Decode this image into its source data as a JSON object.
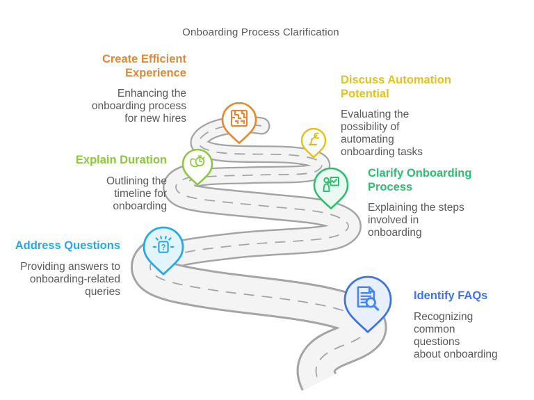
{
  "title": "Onboarding Process Clarification",
  "road": {
    "surface": "#F4F4F5",
    "edge": "#A4A4A6",
    "dash": "#A4A4A6"
  },
  "milestones": [
    {
      "id": "create-efficient-experience",
      "heading": "Create Efficient\nExperience",
      "body": "Enhancing the\nonboarding process\nfor new hires",
      "color": "#E8872E",
      "pin_fill": "#FFFFFF",
      "icon": "maze-icon"
    },
    {
      "id": "discuss-automation-potential",
      "heading": "Discuss Automation\nPotential",
      "body": "Evaluating the\npossibility of\nautomating\nonboarding tasks",
      "color": "#E3C21D",
      "pin_fill": "#FFFFFF",
      "icon": "robot-arm-icon"
    },
    {
      "id": "explain-duration",
      "heading": "Explain Duration",
      "body": "Outlining the\ntimeline for\nonboarding",
      "color": "#8DC63F",
      "pin_fill": "#FFFFFF",
      "icon": "stopwatch-hand-icon"
    },
    {
      "id": "clarify-onboarding-process",
      "heading": "Clarify Onboarding\nProcess",
      "body": "Explaining the steps\ninvolved in\nonboarding",
      "color": "#2EBE71",
      "pin_fill": "#E9FAF1",
      "icon": "person-checklist-icon"
    },
    {
      "id": "address-questions",
      "heading": "Address Questions",
      "body": "Providing answers to\nonboarding-related\nqueries",
      "color": "#29A9E1",
      "pin_fill": "#E2F4FC",
      "icon": "question-box-icon",
      "icon_glyph": "?"
    },
    {
      "id": "identify-faqs",
      "heading": "Identify FAQs",
      "body": "Recognizing\ncommon questions\nabout onboarding",
      "color": "#3D74E0",
      "pin_fill": "#E8F0FE",
      "icon": "document-search-icon"
    }
  ]
}
